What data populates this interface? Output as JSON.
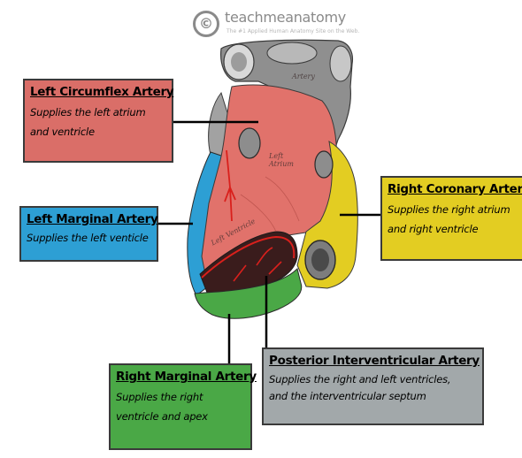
{
  "watermark": {
    "symbol": "©",
    "brand": "teachmeanatomy",
    "tagline": "The #1 Applied Human Anatomy Site on the Web."
  },
  "heart_labels": {
    "artery": "Artery",
    "left_atrium": "Left Atrium",
    "left_ventricle": "Left Ventricle"
  },
  "annotations": [
    {
      "title": "Left Circumflex Artery",
      "desc_lines": [
        "Supplies the left atrium",
        "and ventricle"
      ],
      "color": "#da6e68"
    },
    {
      "title": "Left Marginal Artery",
      "desc_lines": [
        "Supplies the left venticle"
      ],
      "color": "#2d9fd4"
    },
    {
      "title": "Right Coronary Artery",
      "desc_lines": [
        "Supplies the right atrium",
        "and right ventricle"
      ],
      "color": "#e3cd22"
    },
    {
      "title": "Right Marginal Artery",
      "desc_lines": [
        "Supplies the right",
        "ventricle and apex"
      ],
      "color": "#4aa846"
    },
    {
      "title": "Posterior Interventricular Artery",
      "desc_lines": [
        "Supplies the right and left ventricles,",
        "and the interventricular septum"
      ],
      "color": "#a2a8aa"
    }
  ]
}
